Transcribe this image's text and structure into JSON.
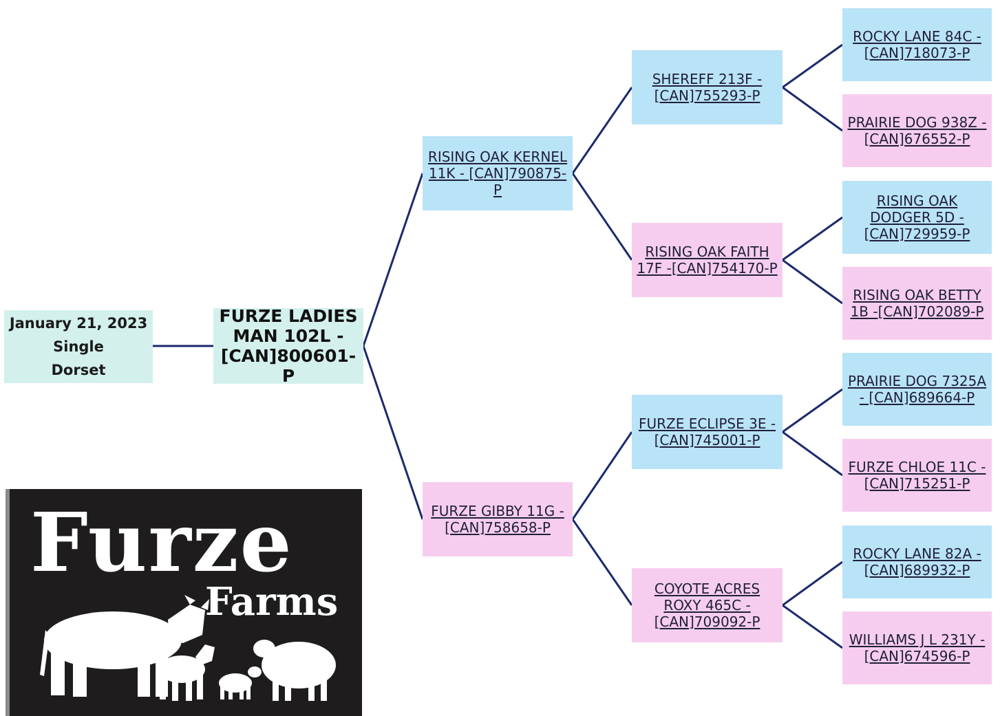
{
  "info": {
    "date": "January 21, 2023",
    "birth_type": "Single",
    "breed": "Dorset"
  },
  "subject": "FURZE LADIES MAN 102L - [CAN]800601-P",
  "sire": "RISING OAK KERNEL 11K - [CAN]790875-P",
  "dam": "FURZE GIBBY 11G - [CAN]758658-P",
  "sire_sire": "SHEREFF 213F - [CAN]755293-P",
  "sire_dam": "RISING OAK FAITH 17F -[CAN]754170-P",
  "dam_sire": "FURZE ECLIPSE 3E - [CAN]745001-P",
  "dam_dam": "COYOTE ACRES ROXY 465C - [CAN]709092-P",
  "ggp": [
    "ROCKY LANE 84C - [CAN]718073-P",
    "PRAIRIE DOG 938Z -[CAN]676552-P",
    "RISING OAK DODGER 5D - [CAN]729959-P",
    "RISING OAK BETTY 1B -[CAN]702089-P",
    "PRAIRIE DOG 7325A - [CAN]689664-P",
    "FURZE CHLOE 11C -[CAN]715251-P",
    "ROCKY LANE 82A - [CAN]689932-P",
    "WILLIAMS J L 231Y -[CAN]674596-P"
  ],
  "logo": {
    "main": "Furze",
    "sub": "Farms"
  },
  "colors": {
    "info_bg": "#d3f0ec",
    "male_bg": "#b9e3f6",
    "female_bg": "#f6cdee",
    "line": "#1a2a6c",
    "logo_bg": "#1e1c1c"
  }
}
